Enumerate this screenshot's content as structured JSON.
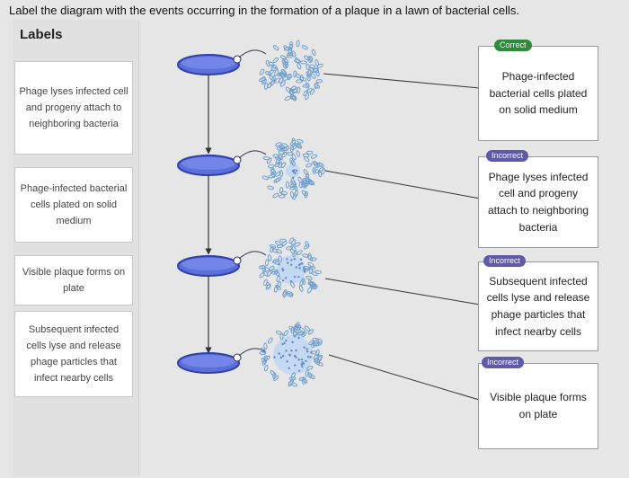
{
  "instruction": "Label the diagram with the events occurring in the formation of a plaque in a lawn of bacterial cells.",
  "labels_title": "Labels",
  "labels": [
    "Phage lyses infected cell and progeny attach to neighboring bacteria",
    "Phage-infected bacterial cells plated on solid medium",
    "Visible plaque forms on plate",
    "Subsequent infected cells lyse and release phage particles that infect nearby cells"
  ],
  "answers": [
    {
      "status": "Correct",
      "text": "Phage-infected bacterial cells plated on solid medium"
    },
    {
      "status": "Incorrect",
      "text": "Phage lyses infected cell and progeny attach to neighboring bacteria"
    },
    {
      "status": "Incorrect",
      "text": "Subsequent infected cells lyse and release phage particles that infect nearby cells"
    },
    {
      "status": "Incorrect",
      "text": "Visible plaque forms on plate"
    }
  ],
  "colors": {
    "dish": "#5a6fd8",
    "dish_rim": "#2e3fa8",
    "bacteria": "#9cc0e6",
    "plaque": "#c4daf2",
    "correct": "#2e8b3a",
    "incorrect": "#5e5aa8"
  }
}
